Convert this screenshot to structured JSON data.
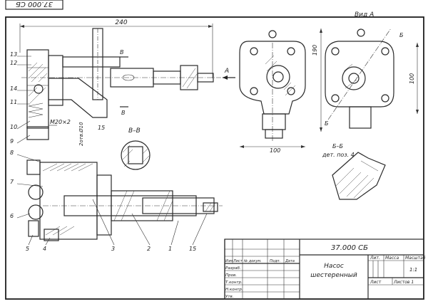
{
  "stamp_top": "37.000 СБ",
  "view_a_title": "Вид А",
  "section_bb_title": "Б–Б",
  "section_bb_note": "дет. поз. 4",
  "section_vv_title": "В–В",
  "dimensions": {
    "overall_length": "240",
    "height_190": "190",
    "width_100_front": "100",
    "width_100_side": "100",
    "dim_15": "15",
    "thread": "М20×2",
    "holes": "2отв.Ø10"
  },
  "markers": {
    "arrow_a": "А",
    "cut_v_top": "В",
    "cut_v_bottom": "В",
    "cut_b_top": "Б",
    "cut_b_bottom": "Б"
  },
  "positions_upper": [
    "13",
    "12",
    "14",
    "11",
    "10",
    "9"
  ],
  "positions_lower": [
    "8",
    "7",
    "6",
    "5",
    "4",
    "3",
    "2",
    "1",
    "15"
  ],
  "title_block": {
    "designation": "37.000 СБ",
    "name_line1": "Насос",
    "name_line2": "шестеренный",
    "col_lit": "Лит.",
    "col_mass": "Масса",
    "col_scale": "Масштаб",
    "scale_value": "1:1",
    "sheet_label": "Лист",
    "sheets_label": "Листов 1",
    "header_cols": [
      "Изм",
      "Лист",
      "№ докум.",
      "Подп.",
      "Дата"
    ],
    "roles": [
      "Разраб.",
      "Пров.",
      "Т.контр.",
      "Н.контр.",
      "Утв."
    ]
  }
}
